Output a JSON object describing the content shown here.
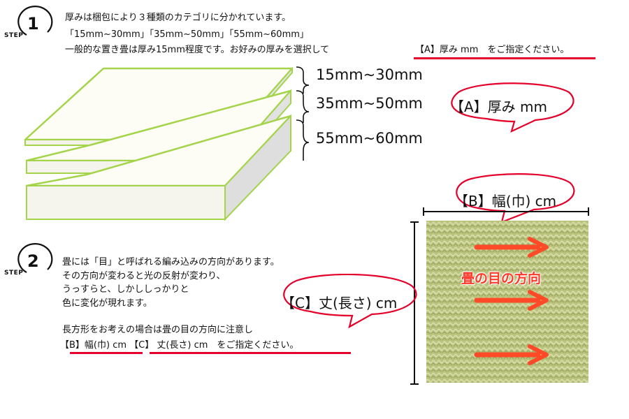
{
  "step1": {
    "step_word": "STEP",
    "step_number": "1",
    "lines": [
      "厚みは梱包により３種類のカテゴリに分かれています。",
      "「15mm~30mm」「35mm~50mm」「55mm~60mm」",
      "一般的な置き畳は厚み15mm程度です。お好みの厚みを選択して"
    ],
    "instruction": "【A】厚み mm　をご指定ください。",
    "thickness_labels": [
      "15mm~30mm",
      "35mm~50mm",
      "55mm~60mm"
    ],
    "callout": "【A】厚み mm"
  },
  "step2": {
    "step_word": "STEP",
    "step_number": "2",
    "lines": [
      "畳には「目」と呼ばれる編み込みの方向があります。",
      "その方向が変わると光の反射が変わり、",
      "うっすらと、しかししっかりと",
      "色に変化が現れます。"
    ],
    "note": "長方形をお考えの場合は畳の目の方向に注意し",
    "instruction": "【B】幅(巾) cm 【C】 丈(長さ) cm　をご指定ください。",
    "width_callout": "【B】幅(巾) cm",
    "length_callout": "【C】丈(長さ) cm",
    "grain_label": "畳の目の方向"
  },
  "colors": {
    "accent_red": "#e4002b",
    "mat_green": "#b8c27a",
    "outline_green": "#9ccc3c",
    "arrow_red": "#ff4a2a"
  }
}
